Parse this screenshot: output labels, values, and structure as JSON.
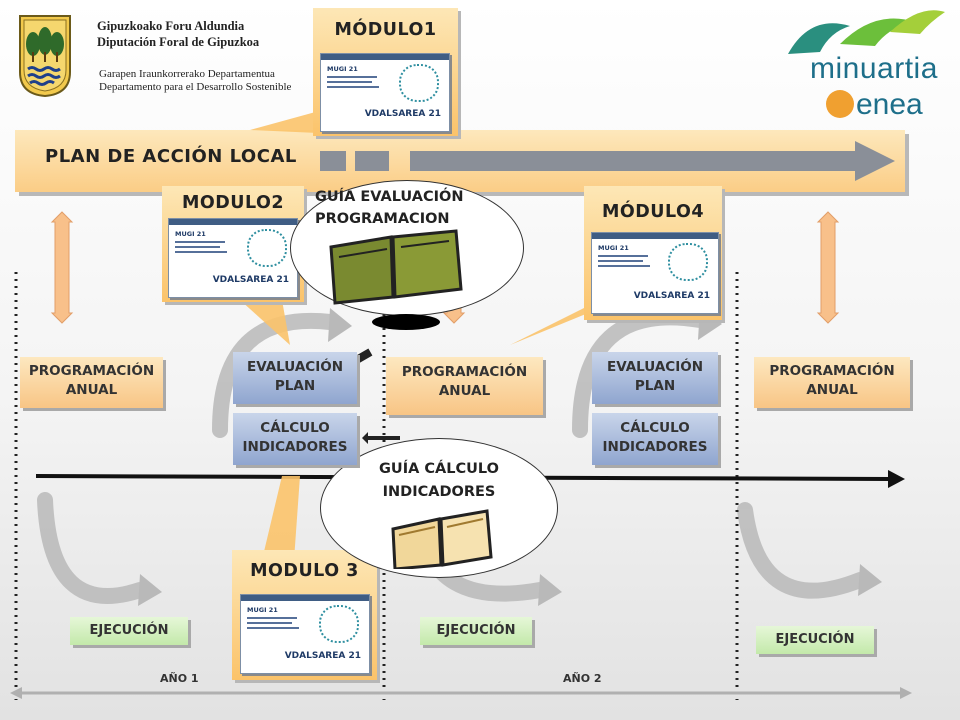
{
  "header": {
    "org_line1": "Gipuzkoako Foru Aldundia",
    "org_line2": "Diputación Foral de Gipuzkoa",
    "dept_line1": "Garapen Iraunkorrerako Departamentua",
    "dept_line2": "Departamento para el Desarrollo Sostenible",
    "brand_line1": "minuartia",
    "brand_line2": "enea",
    "brand_color_green": "#1a8a7a",
    "brand_color_orange": "#f0a030"
  },
  "plan_bar": {
    "label": "PLAN DE ACCIÓN LOCAL"
  },
  "modules": {
    "m1": {
      "title": "MÓDULO1"
    },
    "m2": {
      "title": "MODULO2"
    },
    "m3": {
      "title": "MODULO 3"
    },
    "m4": {
      "title": "MÓDULO4"
    },
    "thumb_title": "MUGI 21",
    "thumb_badge": "VDALSAREA 21"
  },
  "boxes": {
    "prog_line1": "PROGRAMACIÓN",
    "prog_line2": "ANUAL",
    "eval_line1": "EVALUACIÓN",
    "eval_line2": "PLAN",
    "calc_line1": "CÁLCULO",
    "calc_line2": "INDICADORES",
    "ejec": "EJECUCIÓN"
  },
  "bubbles": {
    "guia_eval_line1": "GUÍA EVALUACIÓN",
    "guia_eval_line2": "PROGRAMACION",
    "guia_calc_line1": "GUÍA CÁLCULO",
    "guia_calc_line2": "INDICADORES"
  },
  "years": {
    "y1": "AÑO 1",
    "y2": "AÑO 2"
  },
  "colors": {
    "plan_bar": "#fbcd86",
    "module_bg": "#fbc36a",
    "box_orange": "#f8c585",
    "box_blue": "#8fa5cf",
    "box_green": "#c3e9aa",
    "book": "#6b7a2a"
  }
}
